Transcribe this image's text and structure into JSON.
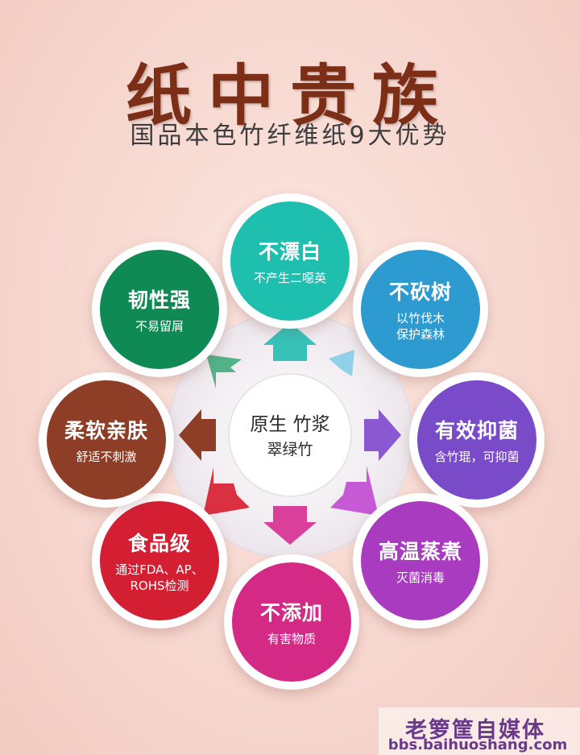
{
  "header": {
    "title": "纸中贵族",
    "subtitle": "国品本色竹纤维纸9大优势"
  },
  "center": {
    "line1": "原生 竹浆",
    "line2": "翠绿竹"
  },
  "advantages": [
    {
      "title": "不漂白",
      "sub": "不产生二噁英",
      "color": "#1fbfb0"
    },
    {
      "title": "不砍树",
      "sub1": "以竹伐木",
      "sub2": "保护森林",
      "color": "#2e9bd0"
    },
    {
      "title": "有效抑菌",
      "sub": "含竹琨，可抑菌",
      "color": "#7a4bc9"
    },
    {
      "title": "高温蒸煮",
      "sub": "灭菌消毒",
      "color": "#a83bbf"
    },
    {
      "title": "不添加",
      "sub": "有害物质",
      "color": "#d42a86"
    },
    {
      "title": "食品级",
      "sub1": "通过FDA、AP、",
      "sub2": "ROHS检测",
      "color": "#d41f33"
    },
    {
      "title": "柔软亲肤",
      "sub": "舒适不刺激",
      "color": "#8e3d26"
    },
    {
      "title": "韧性强",
      "sub": "不易留屑",
      "color": "#0f8a55"
    }
  ],
  "watermark": {
    "line1": "老箩筐自媒体",
    "line2": "bbs.baihuoshang.com"
  }
}
